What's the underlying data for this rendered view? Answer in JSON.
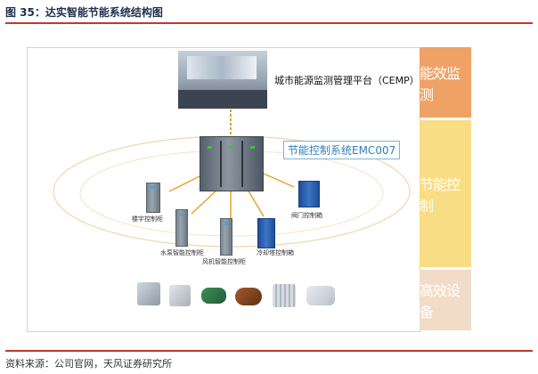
{
  "figure": {
    "title": "图 35：达实智能节能系统结构图",
    "source": "资料来源：公司官网，天风证券研究所"
  },
  "diagram": {
    "platform_label": "城市能源监测管理平台（CEMP）",
    "controller_label": "节能控制系统EMC007",
    "cabinets": [
      "楼宇控制柜",
      "水泵智能控制柜",
      "风机智能控制柜",
      "冷却塔控制箱",
      "阀门控制箱"
    ],
    "layers": [
      {
        "label": "能效监测",
        "color": "#f0a165"
      },
      {
        "label": "节能控制",
        "color": "#f8dd84"
      },
      {
        "label": "高效设备",
        "color": "#f2dcc8"
      }
    ],
    "colors": {
      "title": "#1f2f4d",
      "rule": "#c0392b",
      "arrow": "#e8a22e",
      "controller_text": "#2f7fb8"
    },
    "devices": [
      "chiller-unit",
      "air-handler-unit",
      "water-pump",
      "boiler",
      "cooling-tower",
      "centrifugal-chiller"
    ]
  }
}
